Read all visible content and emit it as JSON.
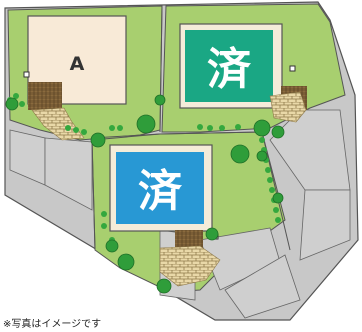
{
  "lots": [
    {
      "id": "A",
      "label": "A",
      "status": "available"
    },
    {
      "id": "B",
      "label": "済",
      "status": "sold"
    },
    {
      "id": "C",
      "label": "済",
      "status": "sold"
    }
  ],
  "note": "※写真はイメージです",
  "colors": {
    "lawn": "#a8cf6f",
    "paving": "#c9c9c9",
    "boundary": "#555555",
    "building_available": "#f8ead7",
    "sold_green": "#1aa784",
    "sold_blue": "#2898d4",
    "tree": "#34a83e",
    "brick": "#e6d4a6"
  },
  "icons": [
    "tree-icon",
    "shrub-icon",
    "brick-path-icon",
    "mailbox-icon"
  ]
}
